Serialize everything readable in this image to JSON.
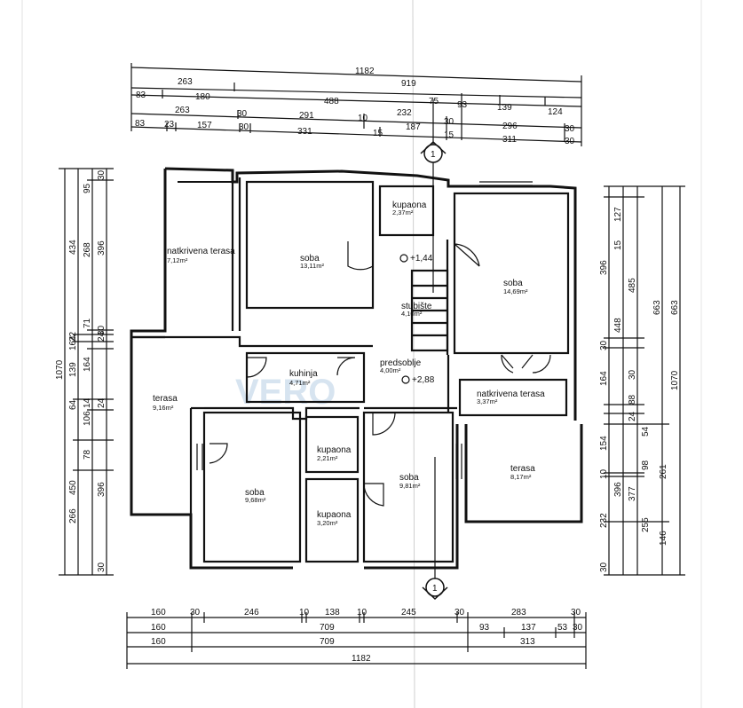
{
  "top_dims": [
    [
      "1182"
    ],
    [
      "263",
      "919"
    ],
    [
      "83",
      "180",
      "488",
      "75",
      "93",
      "139",
      "124"
    ],
    [
      "263",
      "30",
      "291",
      "10",
      "232",
      "30",
      "296",
      "30"
    ],
    [
      "83",
      "23",
      "157",
      "30",
      "331",
      "15",
      "187",
      "15",
      "311",
      "30"
    ]
  ],
  "bottom_dims": [
    [
      "160",
      "30",
      "246",
      "10",
      "138",
      "10",
      "245",
      "30",
      "283",
      "30"
    ],
    [
      "160",
      "709",
      "93",
      "137",
      "53",
      "30"
    ],
    [
      "160",
      "709",
      "313"
    ],
    [
      "1182"
    ]
  ],
  "left_dims": [
    [
      "1070"
    ],
    [
      "450",
      "266"
    ],
    [
      "164",
      "106",
      "78",
      "396"
    ],
    [
      "434",
      "268",
      "95",
      "22",
      "164",
      "139",
      "64",
      "30"
    ],
    [
      "396",
      "30",
      "71",
      "24",
      "14",
      "24",
      "30"
    ]
  ],
  "right_dims": [
    [
      "1070"
    ],
    [
      "663",
      "663"
    ],
    [
      "485",
      "448",
      "377",
      "261"
    ],
    [
      "396",
      "30",
      "164",
      "154",
      "396",
      "98",
      "255",
      "146"
    ],
    [
      "127",
      "15",
      "30",
      "88",
      "24",
      "54",
      "10",
      "232",
      "30"
    ]
  ],
  "rooms": {
    "natkrivena_terasa_1": {
      "name": "natkrivena terasa",
      "area": "7,12m²"
    },
    "soba_1": {
      "name": "soba",
      "area": "13,11m²"
    },
    "kupaona_1": {
      "name": "kupaona",
      "area": "2,37m²"
    },
    "stubiste": {
      "name": "stubište",
      "area": "4,10m²"
    },
    "soba_2": {
      "name": "soba",
      "area": "14,69m²"
    },
    "terasa_1": {
      "name": "terasa",
      "area": "9,16m²"
    },
    "kuhinja": {
      "name": "kuhinja",
      "area": "4,71m²"
    },
    "predsoblje": {
      "name": "predsoblje",
      "area": "4,00m²"
    },
    "natkrivena_terasa_2": {
      "name": "natkrivena terasa",
      "area": "3,37m²"
    },
    "kupaona_2": {
      "name": "kupaona",
      "area": "2,21m²"
    },
    "soba_3": {
      "name": "soba",
      "area": "9,68m²"
    },
    "soba_4": {
      "name": "soba",
      "area": "9,81m²"
    },
    "kupaona_3": {
      "name": "kupaona",
      "area": "3,20m²"
    },
    "terasa_2": {
      "name": "terasa",
      "area": "8,17m²"
    }
  },
  "levels": {
    "upper": "+1,44",
    "lower": "+2,88"
  },
  "section_mark": "1",
  "watermark": "VERO"
}
